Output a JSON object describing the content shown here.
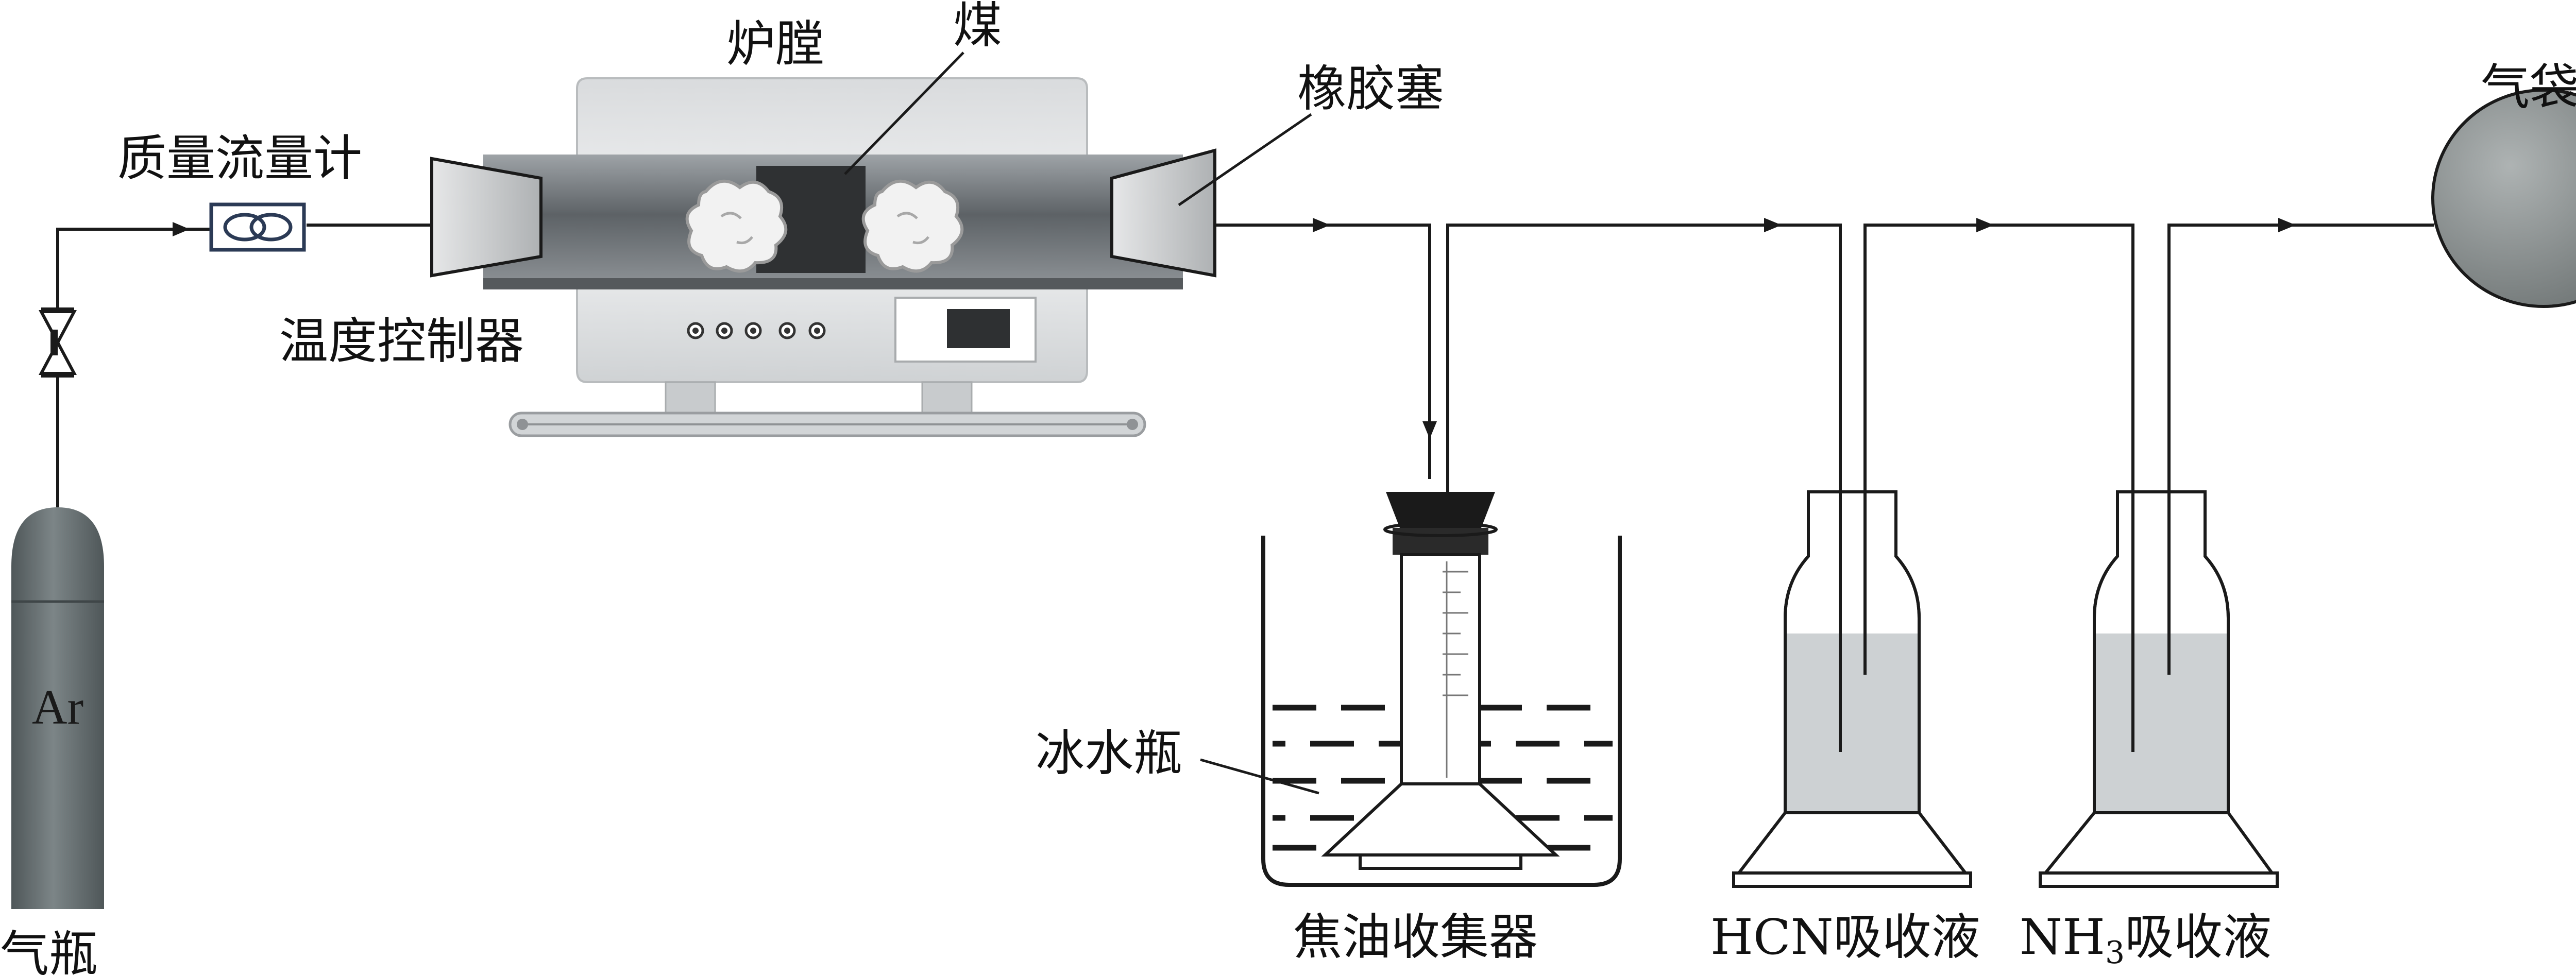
{
  "labels": {
    "furnace_chamber": "炉膛",
    "coal": "煤",
    "rubber_stopper": "橡胶塞",
    "mass_flow_meter": "质量流量计",
    "temperature_controller": "温度控制器",
    "gas_bag": "气袋",
    "cylinder_gas": "Ar",
    "gas_cylinder": "气瓶",
    "ice_water_bottle": "冰水瓶",
    "tar_collector": "焦油收集器",
    "hcn_absorbent": "HCN吸收液",
    "nh3_absorbent_prefix": "NH",
    "nh3_absorbent_subscript": "3",
    "nh3_absorbent_suffix": "吸收液"
  },
  "colors": {
    "line": "#1a1a1a",
    "furnace_tube": "#6e7378",
    "furnace_body": "#dcdee0",
    "cylinder": "#6a7274",
    "gas_bag": "#8d9393",
    "absorbent_liquid": "#cdd1d3",
    "stopper": "#c7c9cb"
  }
}
